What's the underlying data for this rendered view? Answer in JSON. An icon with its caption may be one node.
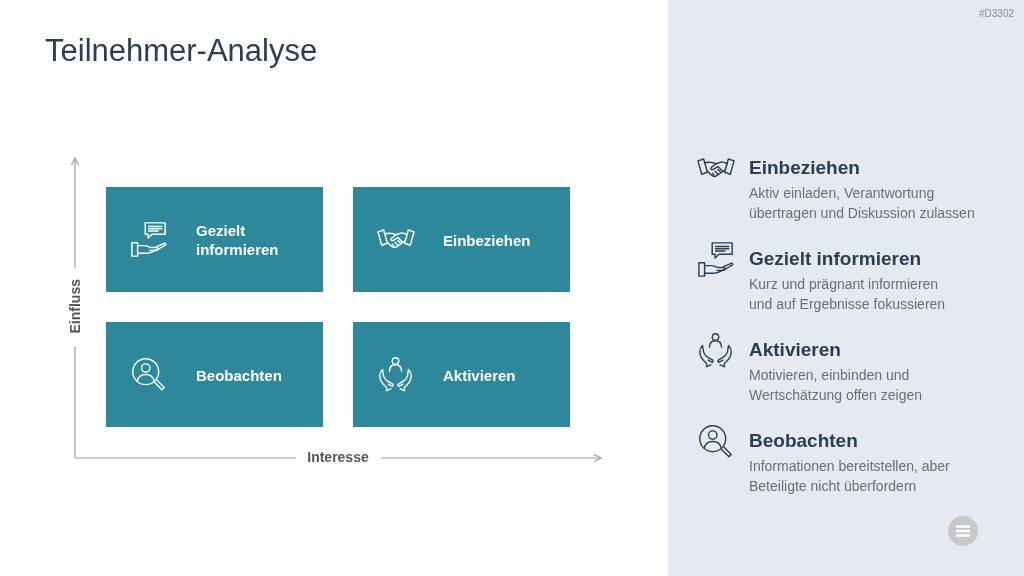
{
  "diagram": {
    "title": "Teilnehmer-Analyse",
    "nodes": [
      {
        "text": [
          "Gezielt informieren"
        ]
      },
      {
        "text": [
          "Einbeziehen"
        ]
      },
      {
        "text": [
          "Beobachten"
        ]
      },
      {
        "text": [
          "Aktivieren"
        ]
      },
      {
        "text": [
          "Einbeziehen",
          "Aktiv einladen, Verantwortung übertragen und Diskussion zulassen",
          "Gezielt informieren",
          "Kurz und prägnant informieren und auf Ergebnisse fokussieren",
          "Aktivieren",
          "Motivieren, einbinden und Wertschätzung offen zeigen",
          "Beobachten",
          "Informationen bereitstellen, aber Beteiligte nicht überfordern"
        ]
      }
    ],
    "labels": [
      "#D3302",
      "Einfluss",
      "Interesse"
    ]
  }
}
